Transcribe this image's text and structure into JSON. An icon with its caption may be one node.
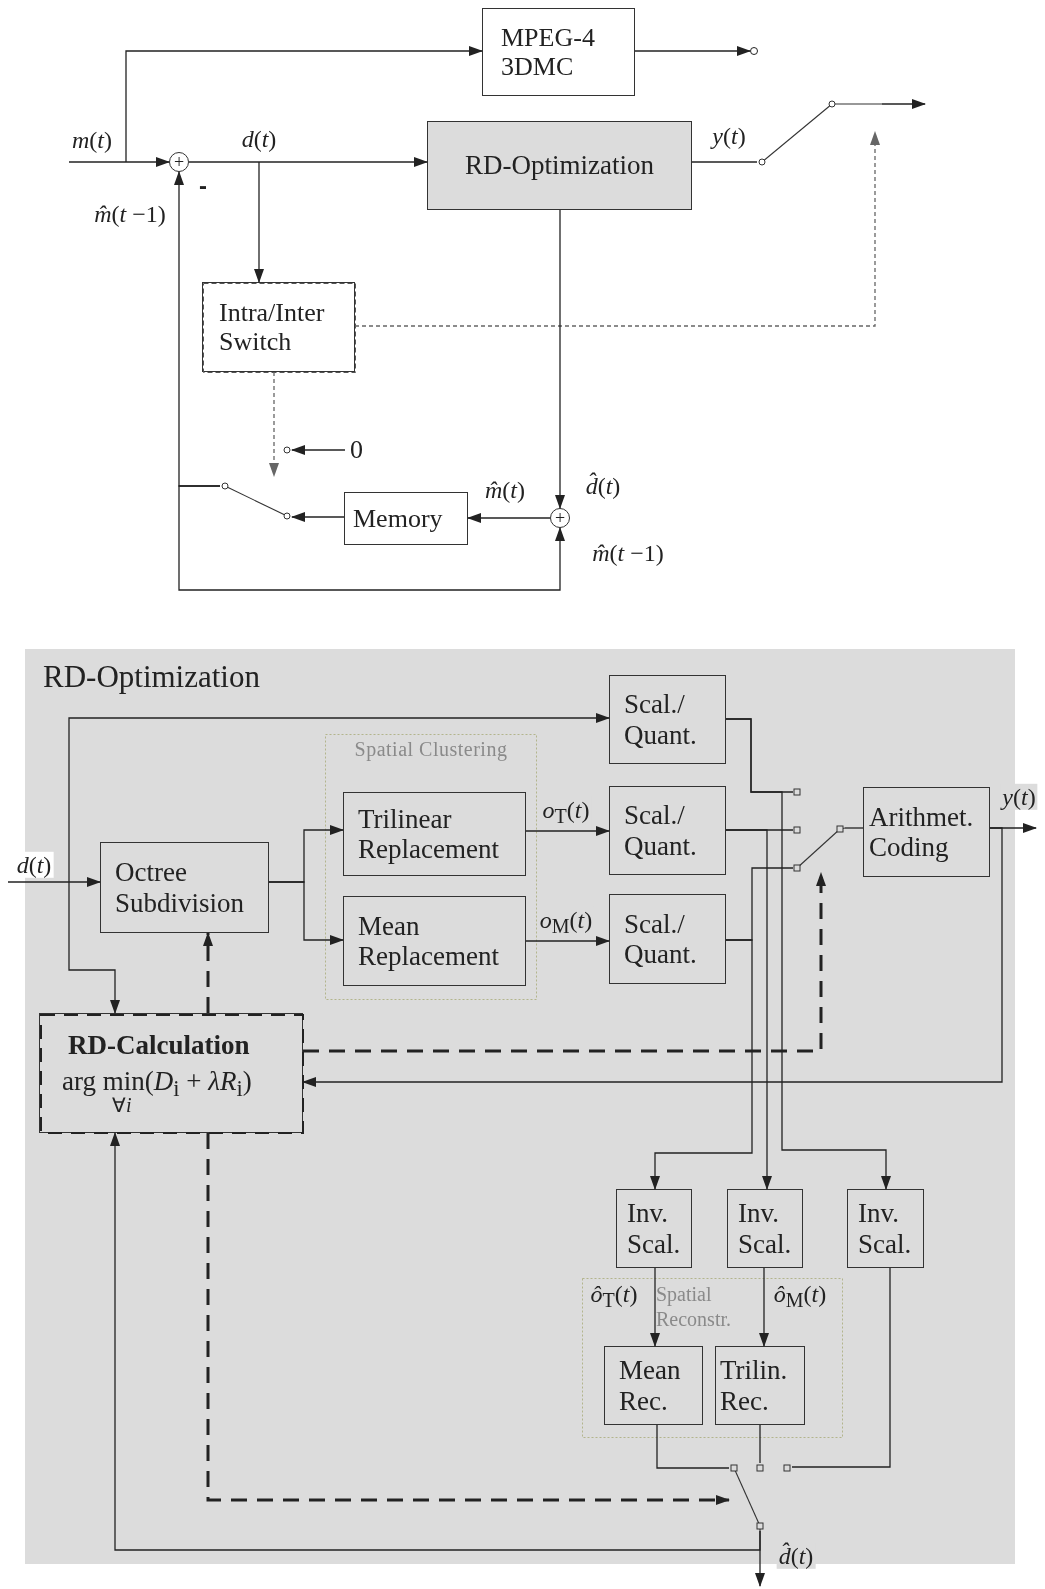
{
  "diagram": {
    "nodes": [
      {
        "text": [
          "MPEG-4 3DMC"
        ]
      },
      {
        "text": [
          "RD-Optimization"
        ]
      },
      {
        "text": [
          "Intra/Inter Switch"
        ]
      },
      {
        "text": [
          "Memory"
        ]
      },
      {
        "text": [
          "+"
        ]
      },
      {
        "text": [
          "+"
        ]
      },
      {
        "text": [],
        "shape": "switch"
      },
      {
        "text": [],
        "shape": "switch"
      },
      {
        "text": [
          "0"
        ]
      },
      {
        "text": [
          "RD-Optimization"
        ]
      },
      {
        "text": [
          "Scal./ Quant."
        ],
        "in": 9
      },
      {
        "text": [
          "Spatial Clustering"
        ],
        "in": 9
      },
      {
        "text": [
          "Trilinear Replacement"
        ],
        "in": 11
      },
      {
        "text": [
          "Scal./ Quant."
        ],
        "in": 9
      },
      {
        "text": [
          "Arithmet. Coding"
        ],
        "in": 9
      },
      {
        "text": [
          "Octree Subdivision"
        ],
        "in": 9
      },
      {
        "text": [
          "Mean Replacement"
        ],
        "in": 11
      },
      {
        "text": [
          "Scal./ Quant."
        ],
        "in": 9
      },
      {
        "text": [],
        "shape": "switch",
        "in": 9
      },
      {
        "text": [
          "RD-Calculation",
          "arg min(*D*$_{i}$ + *λR*$_{i}$)",
          "∀*i*"
        ],
        "in": 9
      },
      {
        "text": [
          "Inv. Scal."
        ],
        "in": 9
      },
      {
        "text": [
          "Inv. Scal."
        ],
        "in": 9
      },
      {
        "text": [
          "Inv. Scal."
        ],
        "in": 9
      },
      {
        "text": [
          "Spatial Reconstr."
        ],
        "in": 9
      },
      {
        "text": [
          "Mean Rec."
        ],
        "in": 23
      },
      {
        "text": [
          "Trilin. Rec."
        ],
        "in": 23
      },
      {
        "text": [],
        "shape": "switch",
        "in": 9
      }
    ],
    "edges": [
      {
        "from": null,
        "to": 4,
        "arrow": "to",
        "label": "*m*(*t*)"
      },
      {
        "from": null,
        "to": 0,
        "arrow": "to"
      },
      {
        "from": 0,
        "to": null,
        "arrow": "to"
      },
      {
        "from": 4,
        "to": 1,
        "arrow": "to",
        "label": "*d*(*t*)"
      },
      {
        "from": 4,
        "to": 2,
        "arrow": "to"
      },
      {
        "from": 1,
        "to": 6,
        "arrow": "none",
        "label": "*y*(*t*)"
      },
      {
        "from": 6,
        "to": null,
        "arrow": "to"
      },
      {
        "from": 2,
        "to": 6,
        "arrow": "to",
        "style": "dashed",
        "color": "#666666"
      },
      {
        "from": 2,
        "to": 7,
        "arrow": "to",
        "style": "dashed",
        "color": "#666666"
      },
      {
        "from": 8,
        "to": 7,
        "arrow": "to"
      },
      {
        "from": 1,
        "to": 5,
        "arrow": "to",
        "label": "*d̂*(*t*)"
      },
      {
        "from": 5,
        "to": 3,
        "arrow": "to",
        "label": "*m̂*(*t*)"
      },
      {
        "from": 3,
        "to": 7,
        "arrow": "to"
      },
      {
        "from": 7,
        "to": 4,
        "arrow": "to",
        "label": "*m̂*(*t* −1)"
      },
      {
        "from": 7,
        "to": 5,
        "arrow": "to",
        "label": "*m̂*(*t* −1)"
      },
      {
        "from": null,
        "to": 15,
        "arrow": "to",
        "label": "*d*(*t*)"
      },
      {
        "from": null,
        "to": 10,
        "arrow": "to"
      },
      {
        "from": null,
        "to": 19,
        "arrow": "to"
      },
      {
        "from": 15,
        "to": 12,
        "arrow": "to"
      },
      {
        "from": 15,
        "to": 16,
        "arrow": "to"
      },
      {
        "from": 12,
        "to": 13,
        "arrow": "to",
        "label": "*o*$_{T}$(*t*)"
      },
      {
        "from": 16,
        "to": 17,
        "arrow": "to",
        "label": "*o*$_{M}$(*t*)"
      },
      {
        "from": 10,
        "to": 18,
        "arrow": "none"
      },
      {
        "from": 13,
        "to": 18,
        "arrow": "none"
      },
      {
        "from": 17,
        "to": 18,
        "arrow": "none"
      },
      {
        "from": 18,
        "to": 14,
        "arrow": "none"
      },
      {
        "from": 14,
        "to": null,
        "arrow": "to",
        "label": "*y*(*t*)"
      },
      {
        "from": 14,
        "to": 19,
        "arrow": "to"
      },
      {
        "from": 19,
        "to": 18,
        "arrow": "to",
        "style": "dashed"
      },
      {
        "from": 19,
        "to": 15,
        "arrow": "to",
        "style": "dashed"
      },
      {
        "from": 19,
        "to": 26,
        "arrow": "to",
        "style": "dashed"
      },
      {
        "from": 10,
        "to": 22,
        "arrow": "to"
      },
      {
        "from": 13,
        "to": 21,
        "arrow": "to"
      },
      {
        "from": 17,
        "to": 20,
        "arrow": "to"
      },
      {
        "from": 20,
        "to": 24,
        "arrow": "to",
        "label": "*ô*$_{T}$(*t*)"
      },
      {
        "from": 21,
        "to": 25,
        "arrow": "to",
        "label": "*ô*$_{M}$(*t*)"
      },
      {
        "from": 24,
        "to": 26,
        "arrow": "none"
      },
      {
        "from": 25,
        "to": 26,
        "arrow": "none"
      },
      {
        "from": 22,
        "to": 26,
        "arrow": "none"
      },
      {
        "from": 26,
        "to": null,
        "arrow": "to",
        "label": "*d̂*(*t*)"
      },
      {
        "from": 26,
        "to": 19,
        "arrow": "to"
      }
    ],
    "labels": [
      "-"
    ]
  }
}
